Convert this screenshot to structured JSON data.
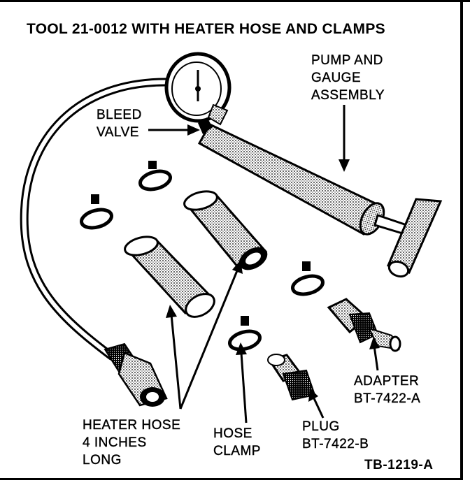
{
  "title": "TOOL 21-0012 WITH HEATER HOSE AND CLAMPS",
  "labels": {
    "pump_gauge": [
      "PUMP AND",
      "GAUGE",
      "ASSEMBLY"
    ],
    "bleed_valve": [
      "BLEED",
      "VALVE"
    ],
    "heater_hose": [
      "HEATER HOSE",
      "4 INCHES",
      "LONG"
    ],
    "hose_clamp": [
      "HOSE",
      "CLAMP"
    ],
    "plug": [
      "PLUG",
      "BT-7422-B"
    ],
    "adapter": [
      "ADAPTER",
      "BT-7422-A"
    ]
  },
  "figure_code": "TB-1219-A"
}
